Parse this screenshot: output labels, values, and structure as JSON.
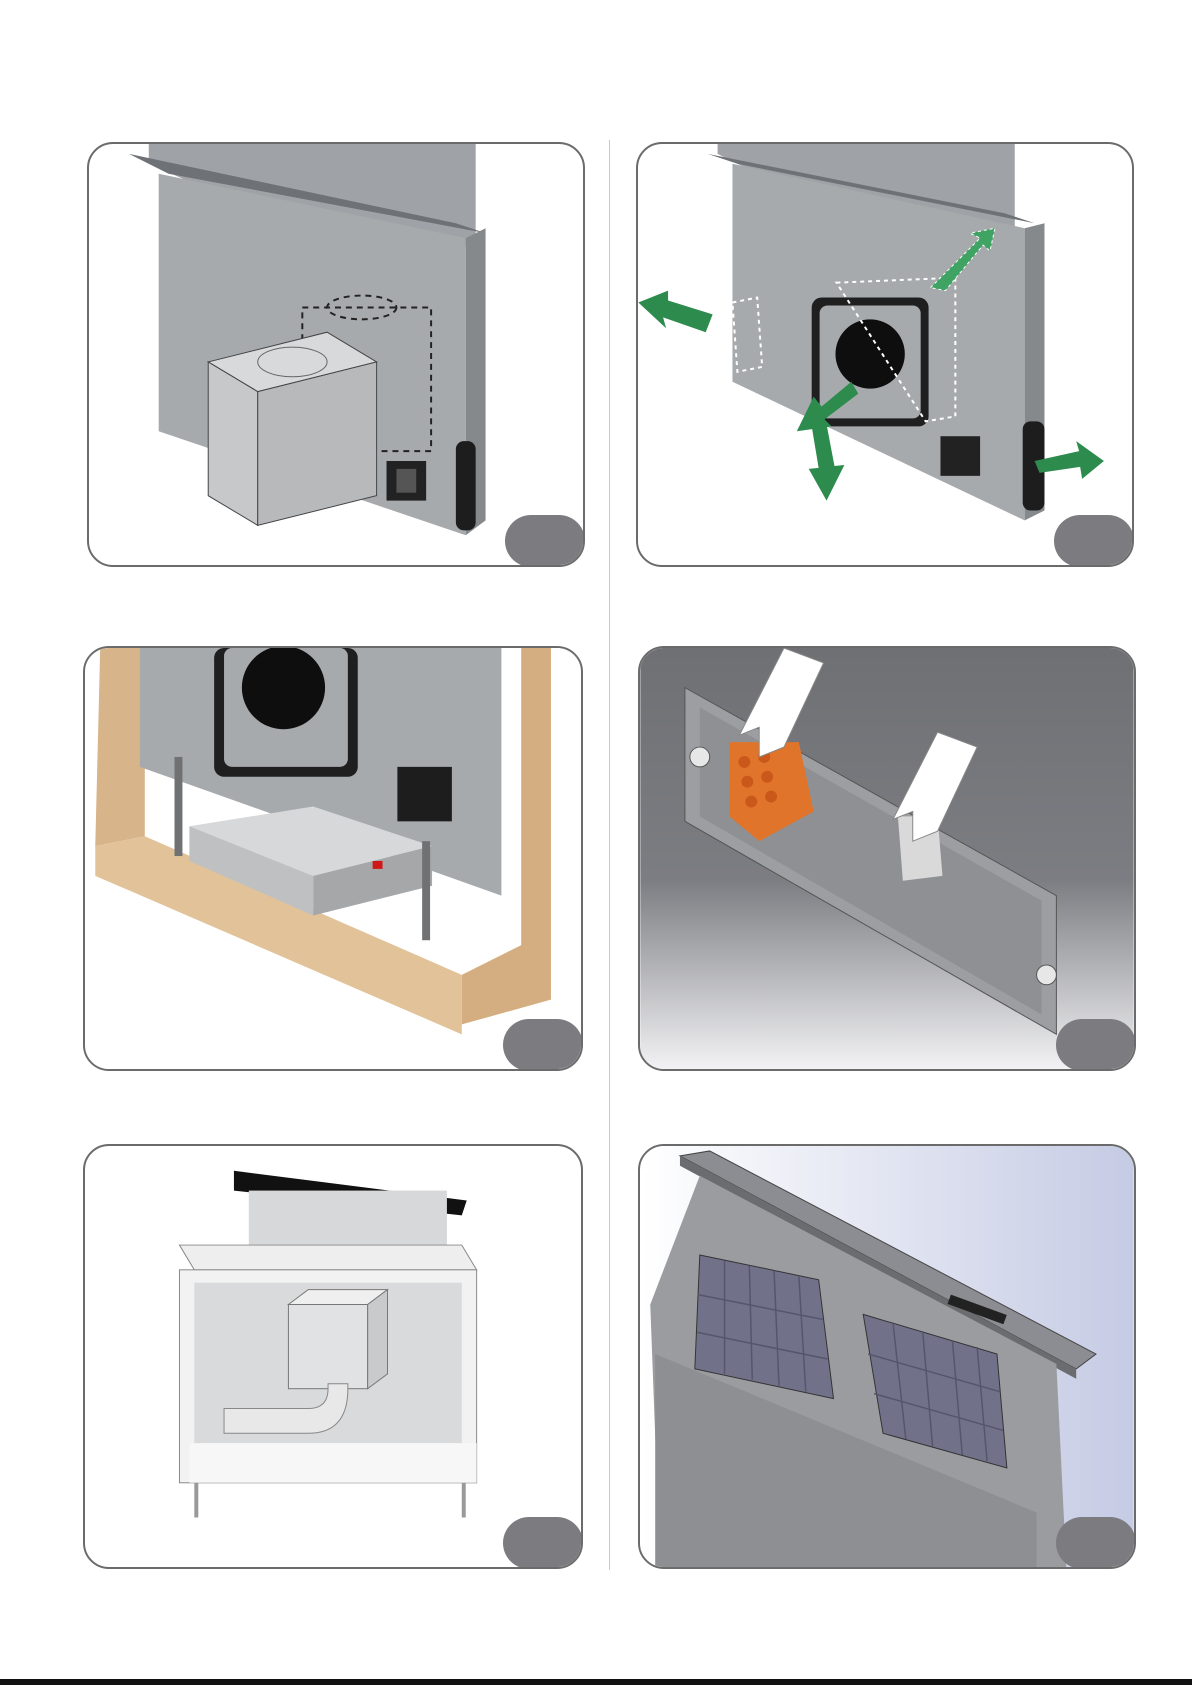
{
  "page": {
    "figures": [
      {
        "id": "fig-1",
        "badge": ""
      },
      {
        "id": "fig-2",
        "badge": ""
      },
      {
        "id": "fig-3",
        "badge": ""
      },
      {
        "id": "fig-4",
        "badge": ""
      },
      {
        "id": "fig-5",
        "badge": ""
      },
      {
        "id": "fig-6",
        "badge": ""
      }
    ]
  },
  "colors": {
    "panel_border": "#6b6b6b",
    "badge": "#7b7b80",
    "steel": "#a9abae",
    "arrow_green": "#2e8b4e",
    "connector_orange": "#e0742a",
    "wood": "#d8b48a"
  }
}
